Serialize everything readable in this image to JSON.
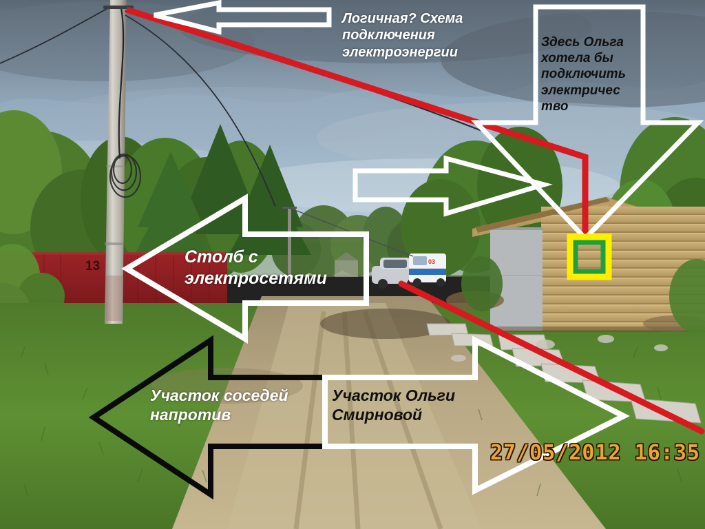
{
  "image": {
    "kind": "annotated-photograph",
    "scene": "rural village dirt road with utility pole, red fence, wooden house and parked vehicles",
    "timestamp": "27/05/2012  16:35"
  },
  "annotations": {
    "scheme_label": "Логичная? Схема подключения электроэнергии",
    "olga_wish_label": "Здесь Ольга хотела бы подключить электричес тво",
    "pole_label": "Столб с электросетями",
    "neighbor_plot_label": "Участок соседей напротив",
    "olga_plot_label": "Участок Ольги Смирновой",
    "house_number": "13"
  },
  "markers": [
    {
      "name": "connection-point-box",
      "outer_color": "#ffee00",
      "inner_color": "#1ea03c"
    },
    {
      "name": "proposed-cable-route",
      "color": "#d71920"
    },
    {
      "name": "boundary-line",
      "color": "#d71920"
    }
  ],
  "arrows": [
    {
      "name": "arrow-scheme",
      "direction": "left",
      "style": "outline-white",
      "has_text": false
    },
    {
      "name": "arrow-olga-wish",
      "direction": "down",
      "style": "outline-white",
      "has_text": true
    },
    {
      "name": "arrow-to-house",
      "direction": "right",
      "style": "outline-white",
      "has_text": false
    },
    {
      "name": "arrow-pole",
      "direction": "left",
      "style": "outline-white",
      "has_text": true
    },
    {
      "name": "arrow-neighbor-plot",
      "direction": "left",
      "style": "outline-black",
      "has_text": true
    },
    {
      "name": "arrow-olga-plot",
      "direction": "right",
      "style": "outline-white",
      "has_text": true
    }
  ],
  "colors": {
    "arrow_white": "#ffffff",
    "arrow_black": "#0a0a0a",
    "red_line": "#d71920",
    "marker_yellow": "#ffee00",
    "marker_green": "#1ea03c",
    "timestamp_orange": "#e8a53a",
    "fence_red": "#8e1d22",
    "sky_blue": "#8fa7bd",
    "grass_green": "#5c8f32",
    "house_wood": "#c3a567"
  }
}
